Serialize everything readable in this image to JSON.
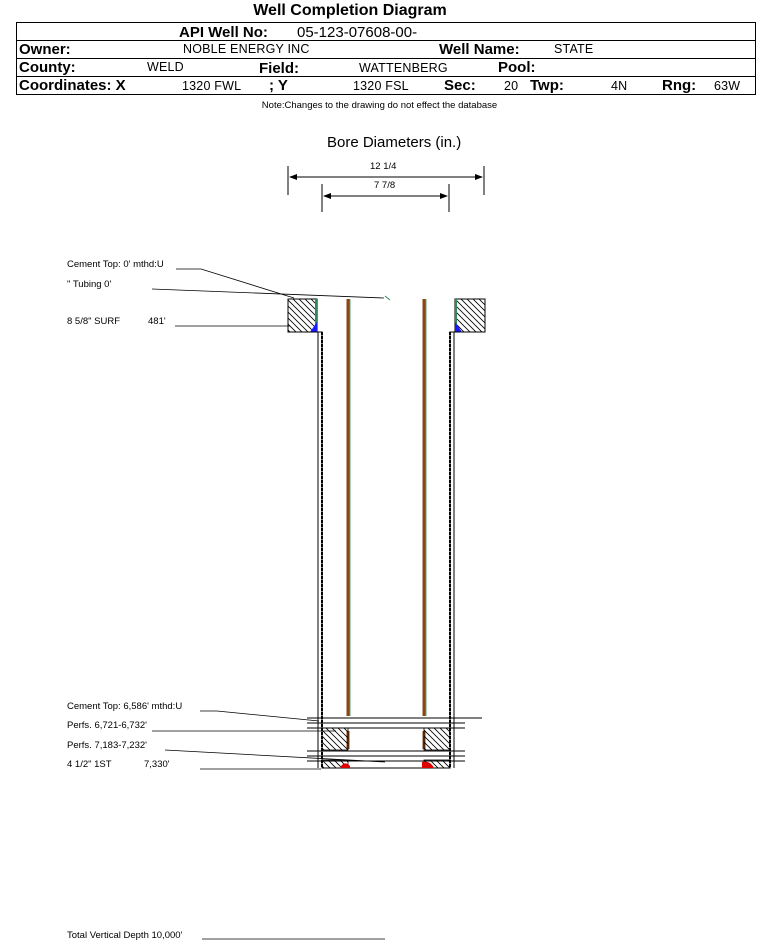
{
  "header": {
    "title": "Well Completion Diagram",
    "api_label": "API Well No:",
    "api_value": "05-123-07608-00-",
    "owner_label": "Owner:",
    "owner_value": "NOBLE ENERGY INC",
    "well_name_label": "Well Name:",
    "well_name_value": "STATE",
    "county_label": "County:",
    "county_value": "WELD",
    "field_label": "Field:",
    "field_value": "WATTENBERG",
    "pool_label": "Pool:",
    "pool_value": "",
    "coordx_label": "Coordinates: X",
    "coordx_value": "1320 FWL",
    "y_label": "; Y",
    "y_value": "1320 FSL",
    "sec_label": "Sec:",
    "sec_value": "20",
    "twp_label": "Twp:",
    "twp_value": "4N",
    "rng_label": "Rng:",
    "rng_value": "63W"
  },
  "note": "Note:Changes to the drawing do not effect the database",
  "diagram": {
    "bore_title": "Bore Diameters (in.)",
    "bore_1": "12 1/4",
    "bore_2": "7 7/8",
    "cement_top_1": "Cement Top: 0' mthd:U",
    "tubing": "\" Tubing 0'",
    "surf_casing": "8 5/8\" SURF",
    "surf_depth": "481'",
    "cement_top_2": "Cement Top: 6,586' mthd:U",
    "perfs_1": "Perfs. 6,721-6,732'",
    "perfs_2": "Perfs. 7,183-7,232'",
    "prod_casing": "4 1/2\" 1ST",
    "prod_depth": "7,330'",
    "tvd": "Total Vertical Depth 10,000'"
  },
  "colors": {
    "tubing": "#8b4513",
    "green_line": "#2e8b57",
    "blue_cement": "#1a1aff",
    "red_cement": "#dd0000"
  }
}
